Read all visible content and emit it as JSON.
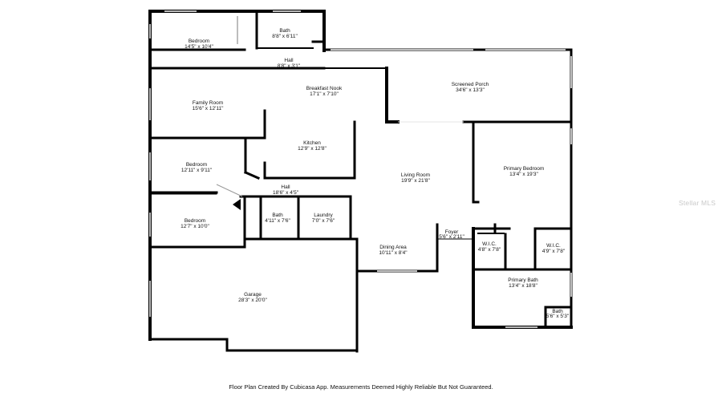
{
  "rooms": {
    "bedroom_top": {
      "name": "Bedroom",
      "dim": "14'5\" x 10'4\""
    },
    "bath_top": {
      "name": "Bath",
      "dim": "8'8\" x 6'11\""
    },
    "hall_top": {
      "name": "Hall",
      "dim": "8'8\" x 3'1\""
    },
    "breakfast_nook": {
      "name": "Breakfast Nook",
      "dim": "17'1\" x 7'10\""
    },
    "screened_porch": {
      "name": "Screened Porch",
      "dim": "34'6\" x 13'3\""
    },
    "family_room": {
      "name": "Family Room",
      "dim": "15'6\" x 12'11\""
    },
    "kitchen": {
      "name": "Kitchen",
      "dim": "12'9\" x 12'8\""
    },
    "bedroom_mid": {
      "name": "Bedroom",
      "dim": "12'11\" x 9'11\""
    },
    "living_room": {
      "name": "Living Room",
      "dim": "19'9\" x 21'8\""
    },
    "primary_bedroom": {
      "name": "Primary Bedroom",
      "dim": "13'4\" x 19'3\""
    },
    "hall_mid": {
      "name": "Hall",
      "dim": "18'6\" x 4'5\""
    },
    "bedroom_low": {
      "name": "Bedroom",
      "dim": "12'7\" x 10'0\""
    },
    "bath_mid": {
      "name": "Bath",
      "dim": "4'11\" x 7'6\""
    },
    "laundry": {
      "name": "Laundry",
      "dim": "7'0\" x 7'6\""
    },
    "foyer": {
      "name": "Foyer",
      "dim": "5'6\" x 2'11\""
    },
    "wic_left": {
      "name": "W.I.C.",
      "dim": "4'8\" x 7'8\""
    },
    "wic_right": {
      "name": "W.I.C.",
      "dim": "4'9\" x 7'8\""
    },
    "dining_area": {
      "name": "Dining Area",
      "dim": "10'11\" x 8'4\""
    },
    "primary_bath": {
      "name": "Primary Bath",
      "dim": "13'4\" x 18'8\""
    },
    "bath_small": {
      "name": "Bath",
      "dim": "5'6\" x 5'3\""
    },
    "garage": {
      "name": "Garage",
      "dim": "28'3\" x 20'0\""
    }
  },
  "footer": "Floor Plan Created By Cubicasa App. Measurements Deemed Highly Reliable But Not Guaranteed.",
  "watermark": "Stellar MLS",
  "colors": {
    "wall": "#000000",
    "window": "#bdbdbd",
    "background": "#ffffff"
  }
}
